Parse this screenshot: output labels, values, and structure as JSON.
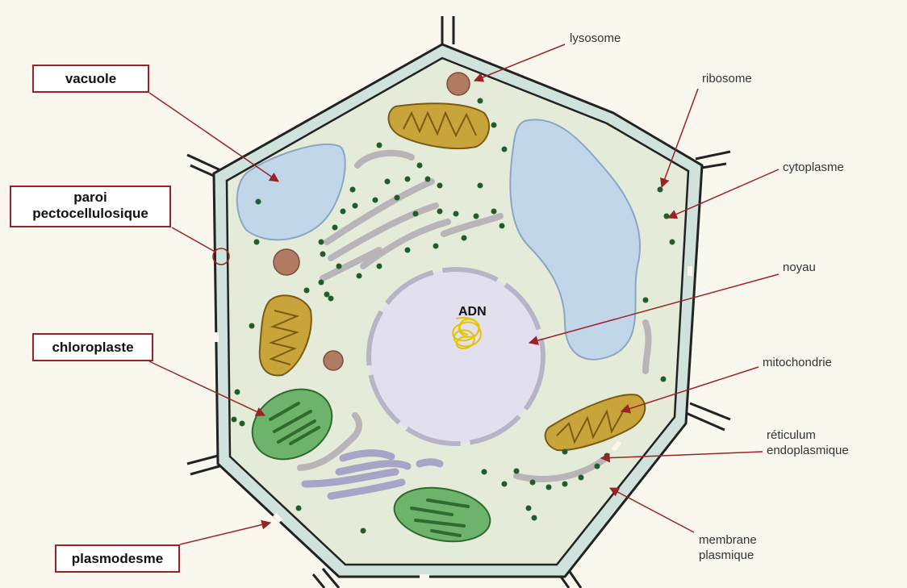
{
  "labels": {
    "vacuole": "vacuole",
    "paroi_line1": "paroi",
    "paroi_line2": "pectocellulosique",
    "chloroplaste": "chloroplaste",
    "plasmodesme": "plasmodesme",
    "lysosome": "lysosome",
    "ribosome": "ribosome",
    "cytoplasme": "cytoplasme",
    "noyau": "noyau",
    "mitochondrie": "mitochondrie",
    "reticulum_line1": "réticulum",
    "reticulum_line2": "endoplasmique",
    "membrane_line1": "membrane",
    "membrane_line2": "plasmique",
    "adn": "ADN"
  },
  "colors": {
    "box_border": "#9b2226",
    "arrow": "#9b2226",
    "cytoplasm": "#e4ecd9",
    "wall": "#cfe3dc",
    "vacuole": "#c2d6ea",
    "nucleus": "#e2e0ef",
    "mitochondria": "#c9a43a",
    "chloroplast": "#6db36b",
    "ribosome": "#1f5e2c",
    "lysosome": "#b07b62",
    "golgi": "#a8a4c8"
  }
}
